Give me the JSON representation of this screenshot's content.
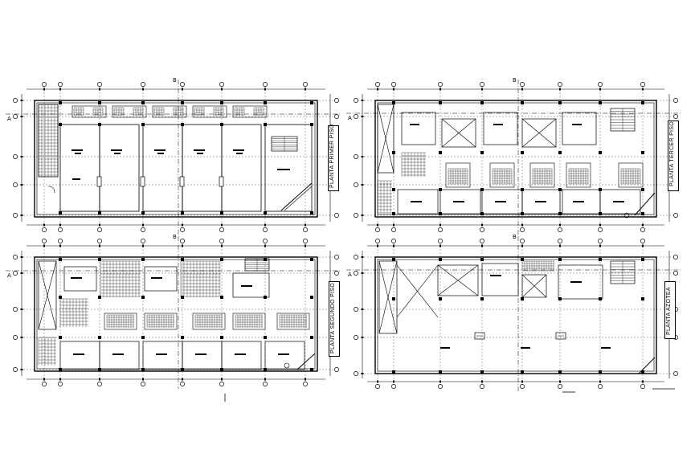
{
  "plans": [
    {
      "id": "first-floor",
      "title": "PLANTA PRIMER PISO"
    },
    {
      "id": "third-floor",
      "title": "PLANTA TERCER PISO"
    },
    {
      "id": "second-floor",
      "title": "PLANTA SEGUNDO PISO"
    },
    {
      "id": "roof",
      "title": "PLANTA AZOTEA"
    }
  ],
  "axis_labels": {
    "column_marker": "B",
    "row_marker": "A"
  }
}
